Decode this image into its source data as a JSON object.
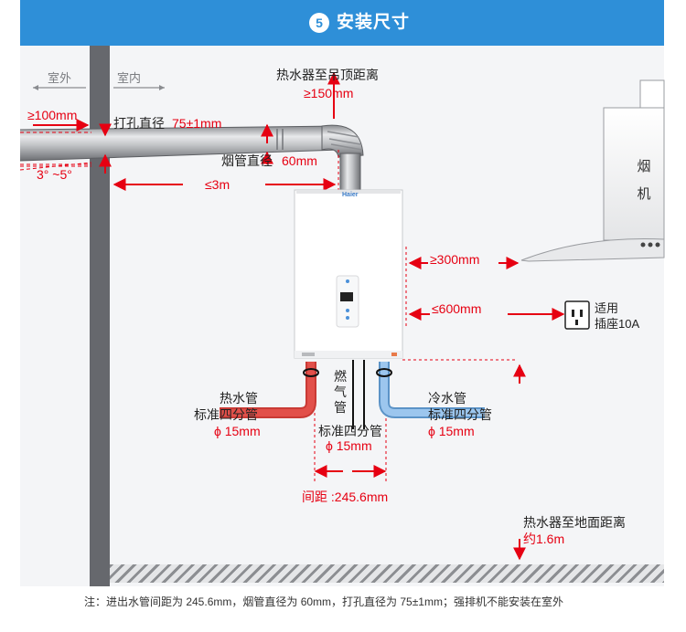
{
  "header": {
    "step_number": "5",
    "title": "安装尺寸"
  },
  "labels": {
    "outdoor": "室外",
    "indoor": "室内",
    "ceiling_label": "热水器至吊顶距离",
    "ceiling_value": "≥150mm",
    "outside_extension": "≥100mm",
    "hole_label": "打孔直径",
    "hole_value": "75±1mm",
    "slope": "3° ~5°",
    "flue_label": "烟管直径",
    "flue_value": "60mm",
    "horizontal_length": "≤3m",
    "hood_text": [
      "烟",
      "机"
    ],
    "hood_distance": "≥300mm",
    "socket_distance": "≤600mm",
    "socket_label_1": "适用",
    "socket_label_2": "插座10A",
    "hot_pipe_label": "热水管",
    "hot_pipe_spec": "标准四分管",
    "hot_pipe_size": "ϕ 15mm",
    "gas_pipe_label": "燃气管",
    "gas_pipe_spec": "标准四分管",
    "gas_pipe_size": "ϕ 15mm",
    "cold_pipe_label": "冷水管",
    "cold_pipe_spec": "标准四分管",
    "cold_pipe_size": "ϕ 15mm",
    "pipe_spacing": "间距 :245.6mm",
    "floor_label": "热水器至地面距离",
    "floor_value": "约1.6m",
    "heater_brand": "Haier"
  },
  "footnote": "注：进出水管间距为 245.6mm，烟管直径为 60mm，打孔直径为 75±1mm；强排机不能安装在室外",
  "colors": {
    "accent": "#2e8fd8",
    "dimension": "#e60012",
    "hot_pipe": "#e2504a",
    "cold_pipe": "#7cb2e6",
    "wall": "#66686d"
  }
}
